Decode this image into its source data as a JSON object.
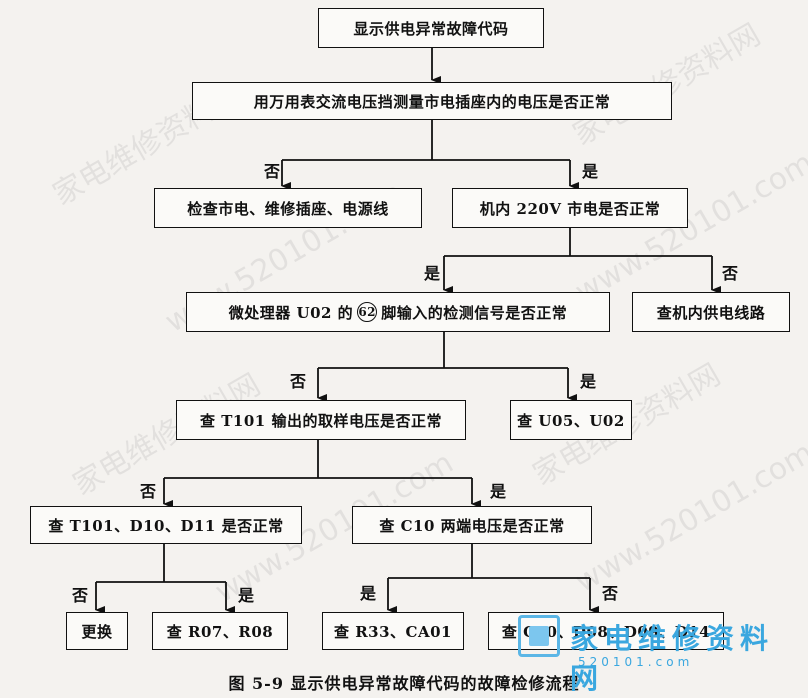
{
  "nodes": {
    "n1": "显示供电异常故障代码",
    "n2": "用万用表交流电压挡测量市电插座内的电压是否正常",
    "n3": "检查市电、维修插座、电源线",
    "n4": "机内 220V 市电是否正常",
    "n5_pre": "微处理器 U02 的",
    "n5_pin": "62",
    "n5_post": "脚输入的检测信号是否正常",
    "n6": "查机内供电线路",
    "n7": "查 T101 输出的取样电压是否正常",
    "n8": "查 U05、U02",
    "n9": "查 T101、D10、D11 是否正常",
    "n10": "查 C10 两端电压是否正常",
    "n11": "更换",
    "n12": "查 R07、R08",
    "n13": "查 R33、CA01",
    "n14": "查 C10、D08、D09、D14"
  },
  "labels": {
    "yes": "是",
    "no": "否"
  },
  "caption": "图 5-9    显示供电异常故障代码的故障检修流程",
  "watermarks": [
    "家电维修资料网",
    "www.520101.com"
  ],
  "logo": {
    "text": "家电维修资料网",
    "number": "520101.com"
  }
}
